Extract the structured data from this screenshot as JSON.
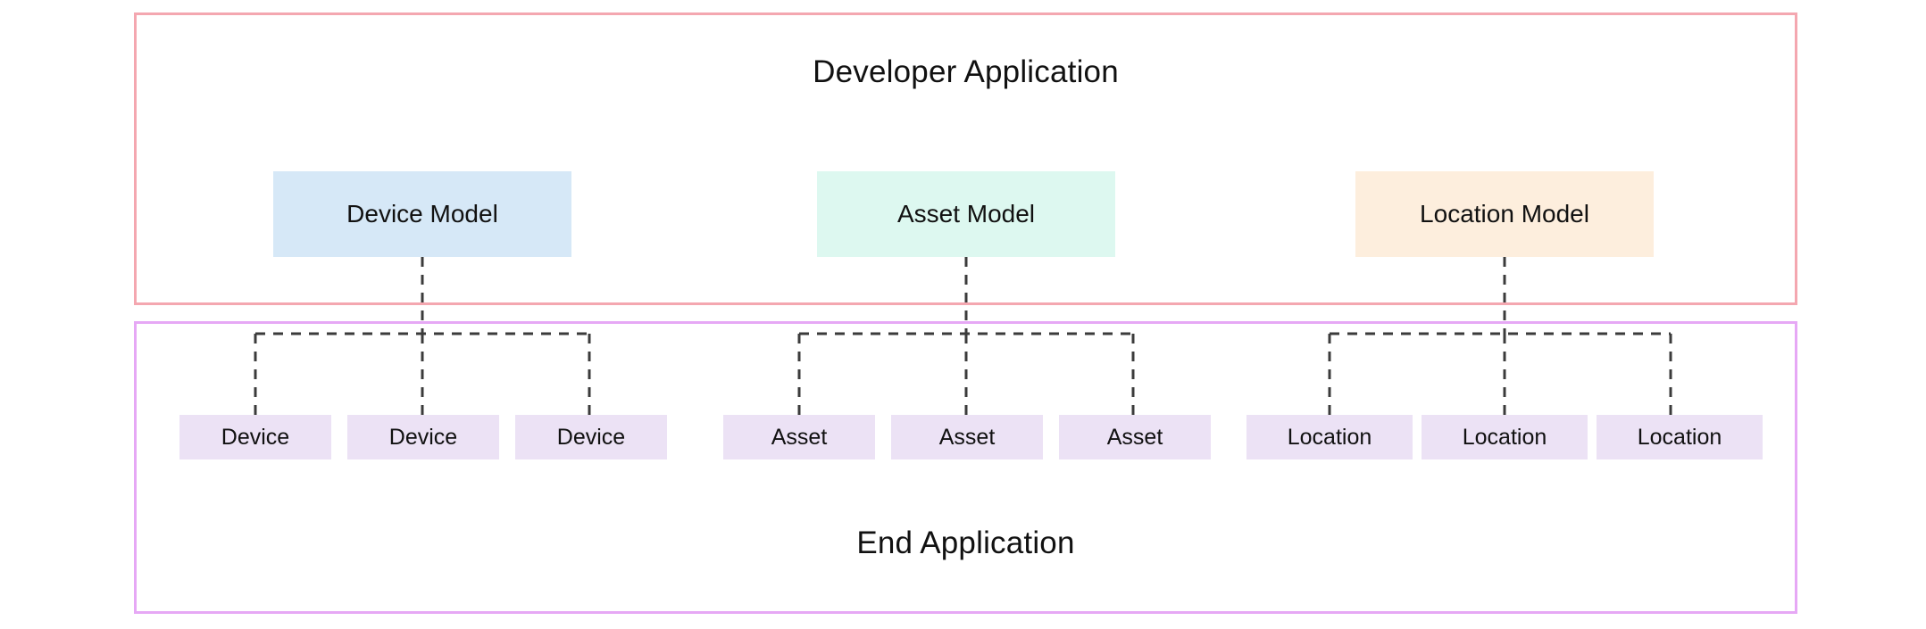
{
  "diagram": {
    "title_developer": "Developer Application",
    "title_end": "End Application",
    "type": "hierarchy",
    "colors": {
      "developer_border": "#f4a7b0",
      "end_border": "#e6a8f5",
      "device_model_fill": "#d6e8f7",
      "asset_model_fill": "#ddf8f0",
      "location_model_fill": "#fdeedd",
      "leaf_fill": "#ece2f5",
      "connector": "#3b3b3b",
      "text": "#111111"
    }
  },
  "developer_layer": {
    "label": "Developer Application",
    "models": [
      {
        "id": "device-model",
        "label": "Device Model",
        "fill": "#d6e8f7"
      },
      {
        "id": "asset-model",
        "label": "Asset Model",
        "fill": "#ddf8f0"
      },
      {
        "id": "location-model",
        "label": "Location Model",
        "fill": "#fdeedd"
      }
    ]
  },
  "end_layer": {
    "label": "End Application",
    "groups": [
      {
        "parent": "Device Model",
        "instances": [
          {
            "label": "Device"
          },
          {
            "label": "Device"
          },
          {
            "label": "Device"
          }
        ]
      },
      {
        "parent": "Asset Model",
        "instances": [
          {
            "label": "Asset"
          },
          {
            "label": "Asset"
          },
          {
            "label": "Asset"
          }
        ]
      },
      {
        "parent": "Location Model",
        "instances": [
          {
            "label": "Location"
          },
          {
            "label": "Location"
          },
          {
            "label": "Location"
          }
        ]
      }
    ]
  }
}
